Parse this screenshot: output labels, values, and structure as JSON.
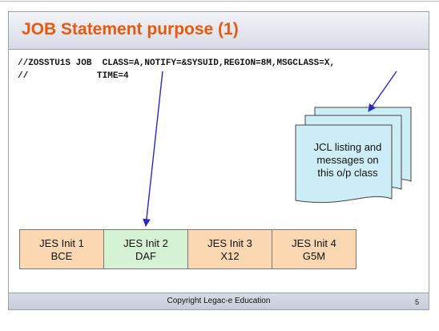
{
  "slide": {
    "title": "JOB Statement purpose (1)",
    "code_line_1": "//ZOSSTU1S JOB  CLASS=A,NOTIFY=&SYSUID,REGION=8M,MSGCLASS=X,",
    "code_line_2": "//             TIME=4",
    "listing_line_1": "JCL listing and",
    "listing_line_2": "messages on",
    "listing_line_3": "this o/p class",
    "initiators": [
      {
        "line1": "JES Init 1",
        "line2": "BCE"
      },
      {
        "line1": "JES Init 2",
        "line2": "DAF"
      },
      {
        "line1": "JES Init 3",
        "line2": "X12"
      },
      {
        "line1": "JES Init 4",
        "line2": "G5M"
      }
    ],
    "copyright": "Copyright Legac-e Education",
    "page_number": "5"
  },
  "colors": {
    "title": "#e55a10",
    "init_orange": "#fbd7b2",
    "init_green": "#d6f2d4",
    "document": "#cdeef6",
    "arrow": "#2828c8"
  }
}
